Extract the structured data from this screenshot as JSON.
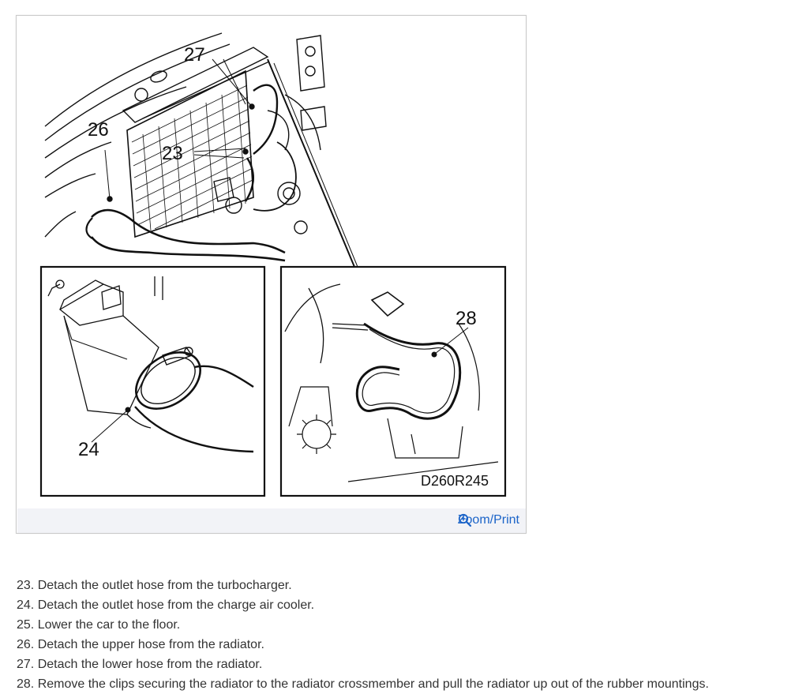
{
  "figure": {
    "callouts": {
      "c27": "27",
      "c26": "26",
      "c23": "23",
      "c24": "24",
      "c28": "28"
    },
    "figure_code": "D260R245",
    "zoom_label": "Zoom/Print",
    "zoom_icon": "zoom-in-icon"
  },
  "steps": [
    "23. Detach the outlet hose from the turbocharger.",
    "24. Detach the outlet hose from the charge air cooler.",
    "25. Lower the car to the floor.",
    "26. Detach the upper hose from the radiator.",
    "27. Detach the lower hose from the radiator.",
    "28. Remove the clips securing the radiator to the radiator crossmember and pull the radiator up out of the rubber mountings."
  ],
  "colors": {
    "link": "#1a63c8",
    "footer_bg": "#f2f3f7",
    "line_art": "#111111"
  }
}
